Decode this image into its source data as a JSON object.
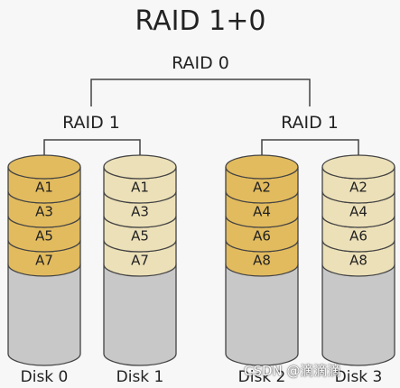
{
  "title": "RAID 1+0",
  "raid0_label": "RAID 0",
  "raid1_left_label": "RAID 1",
  "raid1_right_label": "RAID 1",
  "colors": {
    "dark_stripe": "#e2bb5e",
    "light_stripe": "#ece0b8",
    "unused": "#c8c8c8",
    "outline": "#444444"
  },
  "disks": [
    {
      "label": "Disk 0",
      "shade": "dark",
      "blocks": [
        "A1",
        "A3",
        "A5",
        "A7"
      ]
    },
    {
      "label": "Disk 1",
      "shade": "light",
      "blocks": [
        "A1",
        "A3",
        "A5",
        "A7"
      ]
    },
    {
      "label": "Disk 2",
      "shade": "dark",
      "blocks": [
        "A2",
        "A4",
        "A6",
        "A8"
      ]
    },
    {
      "label": "Disk 3",
      "shade": "light",
      "blocks": [
        "A2",
        "A4",
        "A6",
        "A8"
      ]
    }
  ],
  "watermark": "CSDN @滴滴滴"
}
